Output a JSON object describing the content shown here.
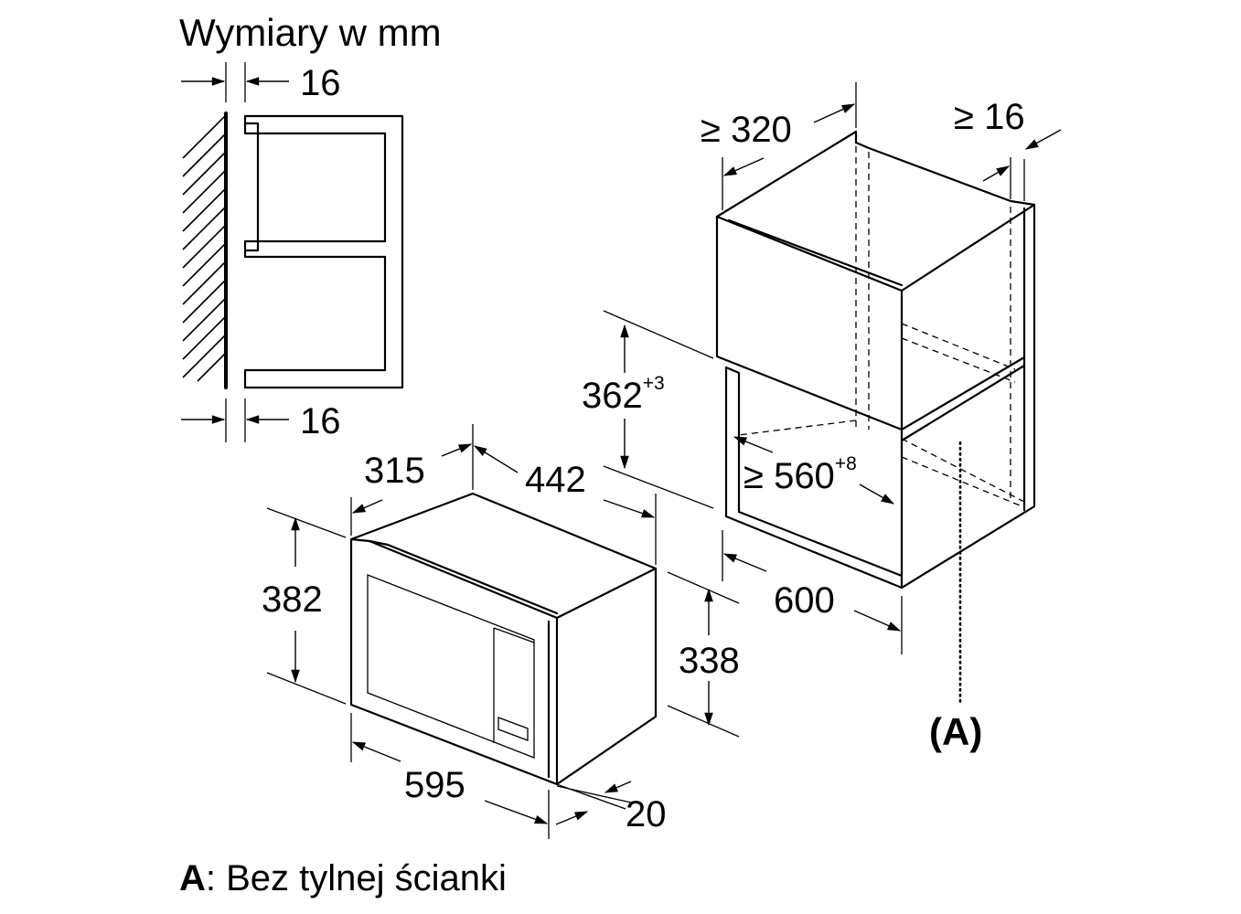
{
  "title": "Wymiary w mm",
  "side_view": {
    "dim_top": "16",
    "dim_bottom": "16"
  },
  "appliance": {
    "depth": "315",
    "width_top": "442",
    "height_front": "382",
    "height_body": "338",
    "width_front": "595",
    "frame_depth": "20"
  },
  "cabinet": {
    "depth_min": "≥ 320",
    "side_min": "≥ 16",
    "niche_height": "362",
    "niche_height_tol": "+3",
    "niche_width": "≥ 560",
    "niche_width_tol": "+8",
    "cabinet_width": "600"
  },
  "callout": "(A)",
  "note": {
    "key": "A",
    "text": ": Bez tylnej ścianki"
  }
}
